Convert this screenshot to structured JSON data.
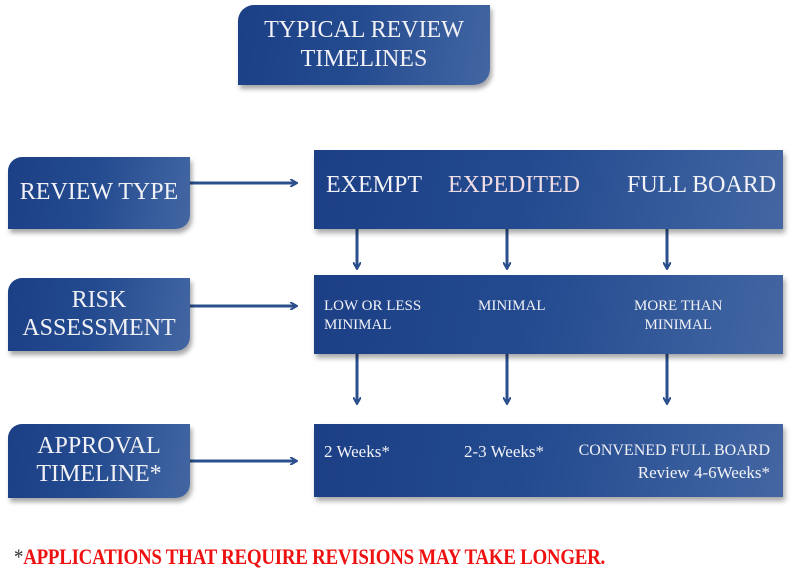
{
  "title": "TYPICAL REVIEW TIMELINES",
  "title_lines": [
    "TYPICAL REVIEW",
    "TIMELINES"
  ],
  "rows": [
    {
      "label_lines": [
        "REVIEW TYPE"
      ],
      "cells": [
        {
          "lines": [
            "EXEMPT"
          ]
        },
        {
          "lines": [
            "EXPEDITED"
          ]
        },
        {
          "lines": [
            "FULL BOARD"
          ]
        }
      ]
    },
    {
      "label_lines": [
        "RISK",
        "ASSESSMENT"
      ],
      "cells": [
        {
          "lines": [
            "LOW OR LESS",
            "MINIMAL"
          ]
        },
        {
          "lines": [
            "MINIMAL"
          ]
        },
        {
          "lines": [
            "MORE THAN",
            "MINIMAL"
          ]
        }
      ]
    },
    {
      "label_lines": [
        "APPROVAL",
        "TIMELINE*"
      ],
      "cells": [
        {
          "lines": [
            "2 Weeks*"
          ]
        },
        {
          "lines": [
            "2-3 Weeks*"
          ]
        },
        {
          "lines": [
            "CONVENED FULL BOARD",
            "Review 4-6Weeks*"
          ]
        }
      ]
    }
  ],
  "footnote": {
    "asterisk": "*",
    "text": "APPLICATIONS THAT REQUIRE REVISIONS MAY TAKE LONGER."
  },
  "colors": {
    "box_dark": "#1c3f85",
    "box_light": "#4466a2",
    "arrow": "#2b4f8c",
    "footnote": "#ee1111"
  }
}
